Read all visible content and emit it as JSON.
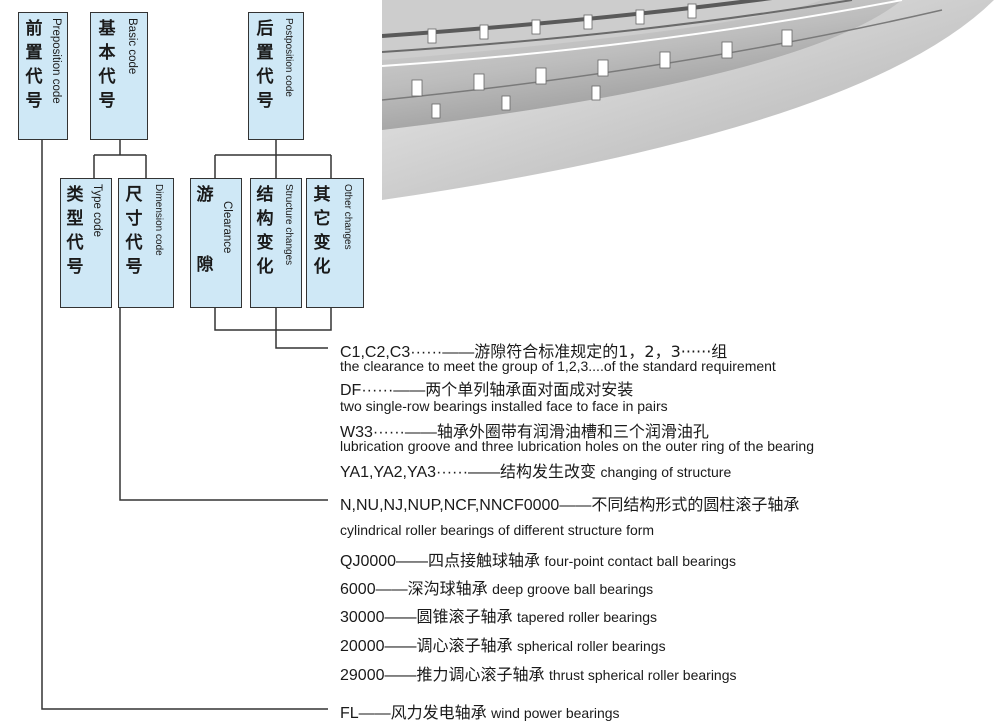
{
  "code_boxes": {
    "preposition": {
      "cn": [
        "前",
        "置",
        "代",
        "号"
      ],
      "en": "Preposition code"
    },
    "basic": {
      "cn": [
        "基",
        "本",
        "代",
        "号"
      ],
      "en": "Basic code"
    },
    "postposition": {
      "cn": [
        "后",
        "置",
        "代",
        "号"
      ],
      "en": "Postposition code"
    },
    "type": {
      "cn": [
        "类",
        "型",
        "代",
        "号"
      ],
      "en": "Type code"
    },
    "dimension": {
      "cn": [
        "尺",
        "寸",
        "代",
        "号"
      ],
      "en": "Dimension code"
    },
    "clearance": {
      "cn": [
        "游",
        "隙"
      ],
      "en": "Clearance"
    },
    "structure": {
      "cn": [
        "结",
        "构",
        "变",
        "化"
      ],
      "en": "Structure changes"
    },
    "other": {
      "cn": [
        "其",
        "它",
        "变",
        "化"
      ],
      "en": "Other changes"
    }
  },
  "postposition_notes": [
    {
      "code": "C1,C2,C3······",
      "dash": "——",
      "cn": "游隙符合标准规定的1，2，3······组",
      "en": "the clearance to meet the group of 1,2,3....of the standard requirement"
    },
    {
      "code": "DF······",
      "dash": "——",
      "cn": "两个单列轴承面对面成对安装",
      "en": "two single-row bearings installed face to face in pairs"
    },
    {
      "code": "W33······",
      "dash": "——",
      "cn": "轴承外圈带有润滑油槽和三个润滑油孔",
      "en": "lubrication groove and three lubrication holes on the outer ring of the bearing"
    },
    {
      "code": "YA1,YA2,YA3······",
      "dash": "——",
      "cn": "结构发生改变",
      "en": "changing of structure"
    }
  ],
  "type_notes": [
    {
      "code": "N,NU,NJ,NUP,NCF,NNCF0000",
      "dash": "——",
      "cn": "不同结构形式的圆柱滚子轴承"
    },
    {
      "en": "cylindrical roller bearings of different structure form"
    },
    {
      "code": "QJ0000",
      "dash": "——",
      "cn": "四点接触球轴承",
      "en": "four-point contact ball bearings"
    },
    {
      "code": "6000",
      "dash": "——",
      "cn": "深沟球轴承",
      "en": "deep groove ball bearings"
    },
    {
      "code": "30000",
      "dash": "——",
      "cn": "圆锥滚子轴承",
      "en": "tapered roller bearings"
    },
    {
      "code": "20000",
      "dash": "——",
      "cn": "调心滚子轴承",
      "en": "spherical roller bearings"
    },
    {
      "code": "29000",
      "dash": "——",
      "cn": "推力调心滚子轴承",
      "en": "thrust spherical roller bearings"
    }
  ],
  "preposition_note": {
    "code": "FL",
    "dash": "——",
    "cn": "风力发电轴承",
    "en": "wind power bearings"
  },
  "colors": {
    "box_fill": "#cfe8f6",
    "box_border": "#333333",
    "line": "#333333",
    "text": "#1a1a1a"
  }
}
